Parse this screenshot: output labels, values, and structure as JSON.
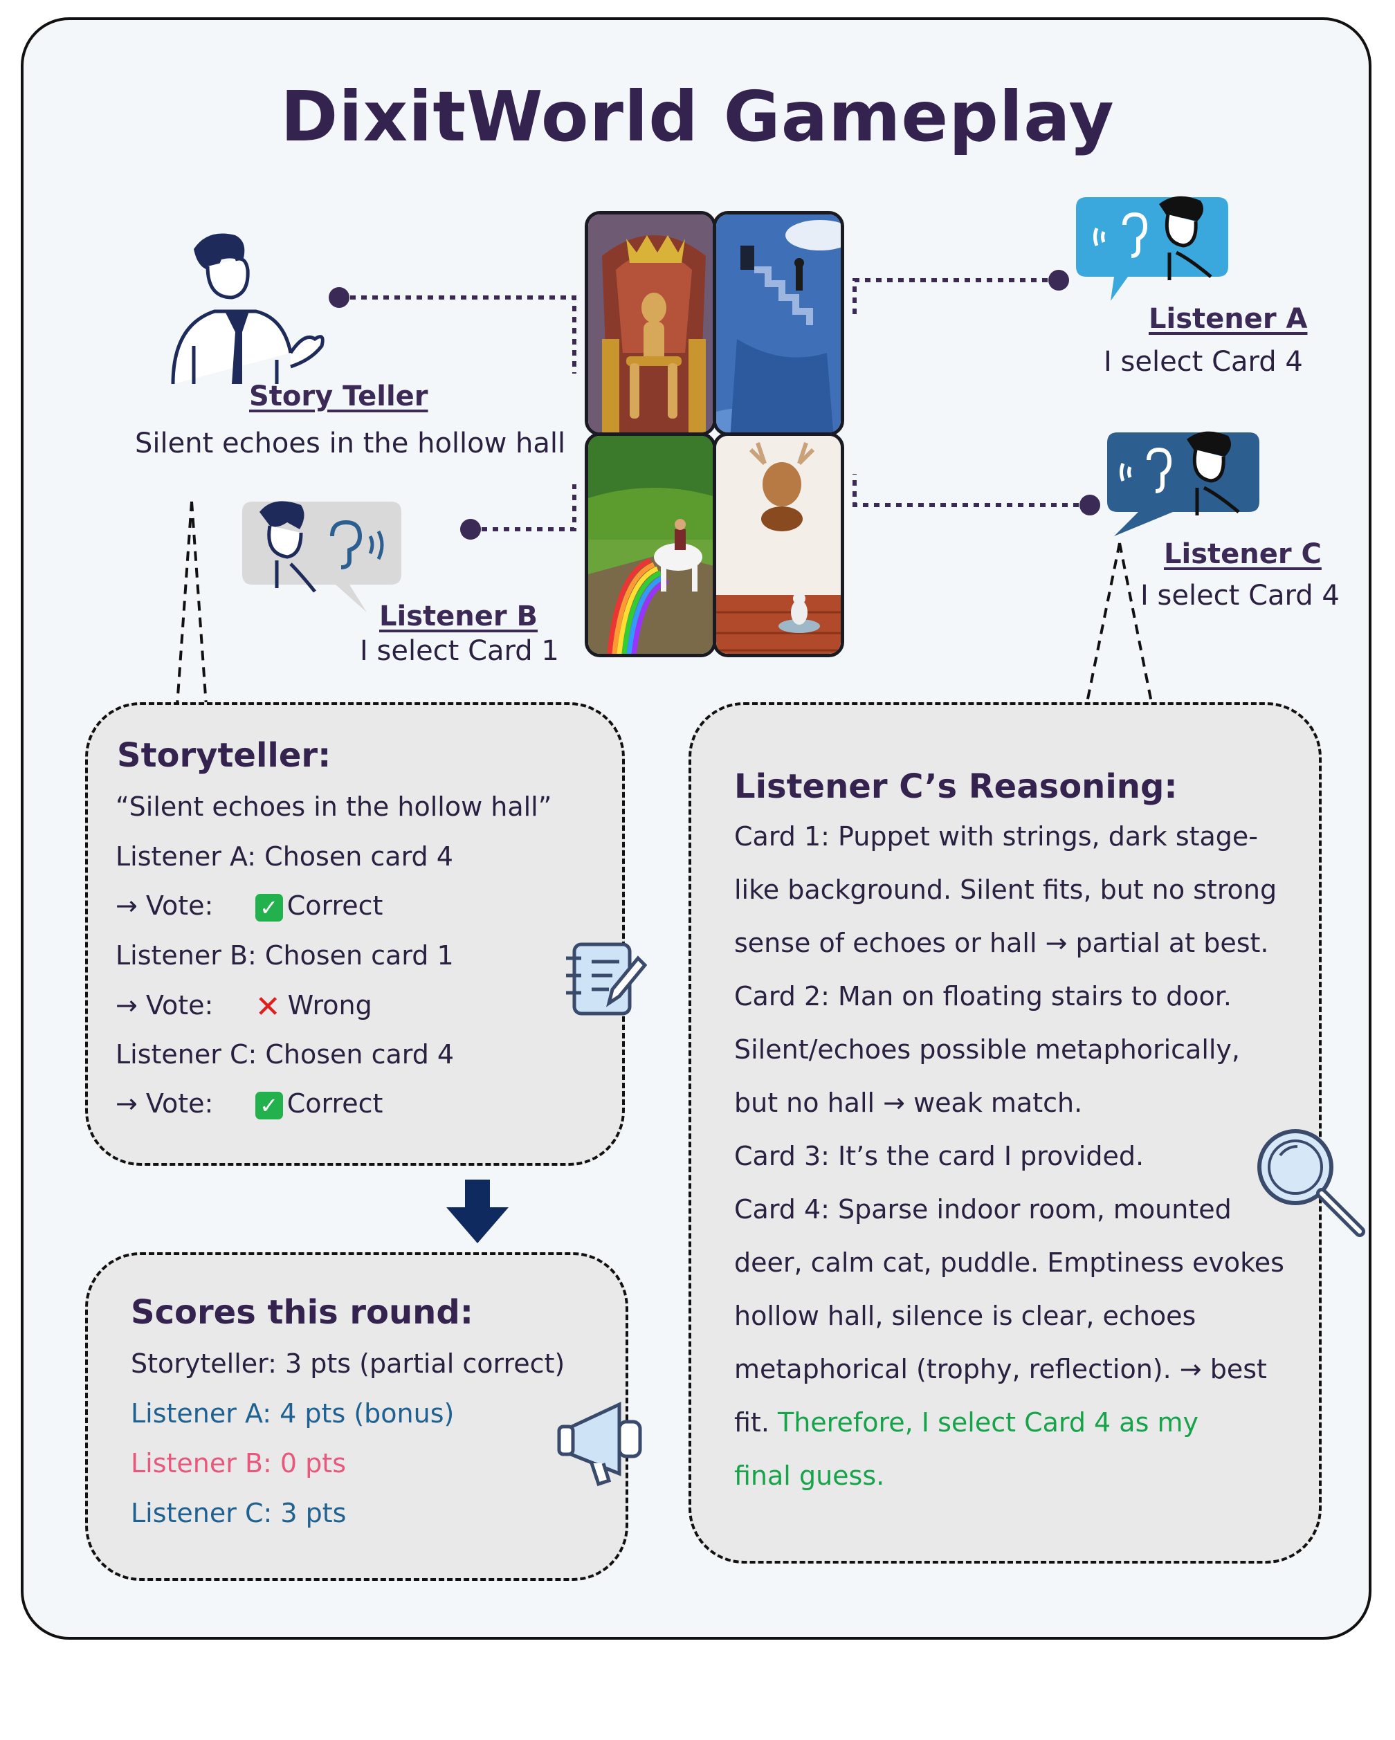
{
  "title": "DixitWorld Gameplay",
  "storyteller": {
    "role": "Story Teller",
    "clue": "Silent echoes in the hollow hall"
  },
  "listener_a": {
    "role": "Listener A",
    "text": "I select Card 4"
  },
  "listener_b": {
    "role": "Listener B",
    "text": "I select Card 1"
  },
  "listener_c": {
    "role": "Listener C",
    "text": "I select Card 4"
  },
  "cards": [
    "card-1-wooden-puppet-on-throne",
    "card-2-man-on-floating-stairs",
    "card-3-rider-over-rainbow",
    "card-4-mounted-deer-and-cat"
  ],
  "storyteller_panel": {
    "heading": "Storyteller:",
    "quote": "“Silent echoes in the hollow hall”",
    "rows": [
      {
        "label": "Listener A: Chosen card 4",
        "vote_prefix": "→ Vote:",
        "vote": "Correct"
      },
      {
        "label": "Listener  B: Chosen card 1",
        "vote_prefix": "→ Vote:",
        "vote": "Wrong"
      },
      {
        "label": "Listener C: Chosen card 4",
        "vote_prefix": "→ Vote:",
        "vote": "Correct"
      }
    ]
  },
  "scores_panel": {
    "heading": "Scores this round:",
    "lines": [
      "Storyteller: 3 pts (partial correct)",
      "Listener A: 4 pts (bonus)",
      "Listener B: 0 pts",
      "Listener C: 3 pts"
    ]
  },
  "reasoning_panel": {
    "heading": "Listener C’s Reasoning:",
    "lines": [
      "Card 1: Puppet with strings, dark stage-",
      "like background. Silent fits, but no strong",
      "sense of echoes or hall → partial at best.",
      "Card 2: Man on floating stairs to door.",
      "Silent/echoes possible metaphorically,",
      "but no hall → weak match.",
      "Card 3: It’s the card I provided.",
      "Card 4: Sparse indoor room, mounted",
      "deer, calm cat, puddle. Emptiness evokes",
      "hollow hall, silence is clear, echoes",
      "metaphorical (trophy, reflection). → best"
    ],
    "line12_plain": "fit. ",
    "line12_green": "Therefore, I select Card 4 as my",
    "line13_green": "final guess."
  },
  "colors": {
    "title": "#34234f",
    "green": "#17a34a",
    "blue": "#1f6191",
    "pink": "#e8587c",
    "arrow": "#0f2a5e",
    "bubble_a": "#3aa7dd",
    "bubble_c": "#2c5e8f"
  },
  "icons": [
    "person-speaking-icon",
    "listener-a-ear-bubble-icon",
    "listener-b-ear-bubble-icon",
    "listener-c-ear-bubble-icon",
    "notepad-pencil-icon",
    "magnifier-icon",
    "megaphone-icon",
    "down-arrow-icon"
  ]
}
